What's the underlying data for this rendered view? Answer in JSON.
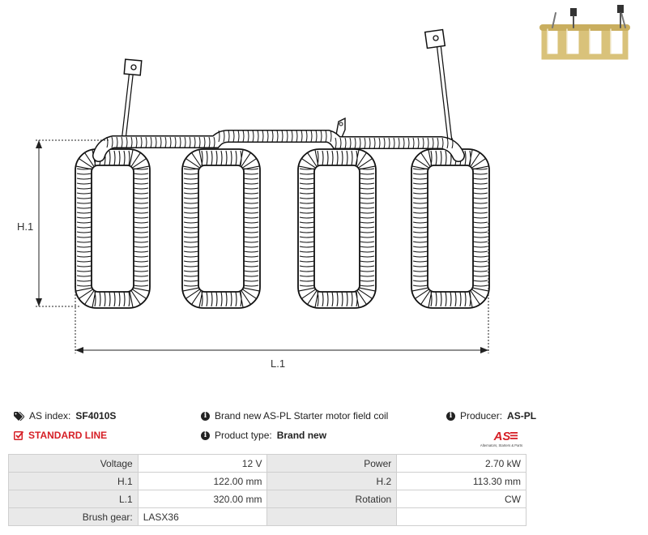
{
  "drawing": {
    "dim_h": "H.1",
    "dim_l": "L.1"
  },
  "info": {
    "as_index_label": "AS index:",
    "as_index_value": "SF4010S",
    "standard_line": "STANDARD LINE",
    "description": "Brand new AS-PL Starter motor field coil",
    "product_type_label": "Product type:",
    "product_type_value": "Brand new",
    "producer_label": "Producer:",
    "producer_value": "AS-PL",
    "logo_text": "AS",
    "logo_tagline": "Alternators, Starters & Parts"
  },
  "specs": {
    "rows": [
      {
        "k1": "Voltage",
        "v1": "12 V",
        "k2": "Power",
        "v2": "2.70 kW"
      },
      {
        "k1": "H.1",
        "v1": "122.00 mm",
        "k2": "H.2",
        "v2": "113.30 mm"
      },
      {
        "k1": "L.1",
        "v1": "320.00 mm",
        "k2": "Rotation",
        "v2": "CW"
      },
      {
        "k1": "Brush gear:",
        "v1": "LASX36",
        "k2": "",
        "v2": ""
      }
    ]
  },
  "colors": {
    "accent_red": "#d62027",
    "line": "#111111",
    "thumb_copper": "#d9c27a"
  }
}
